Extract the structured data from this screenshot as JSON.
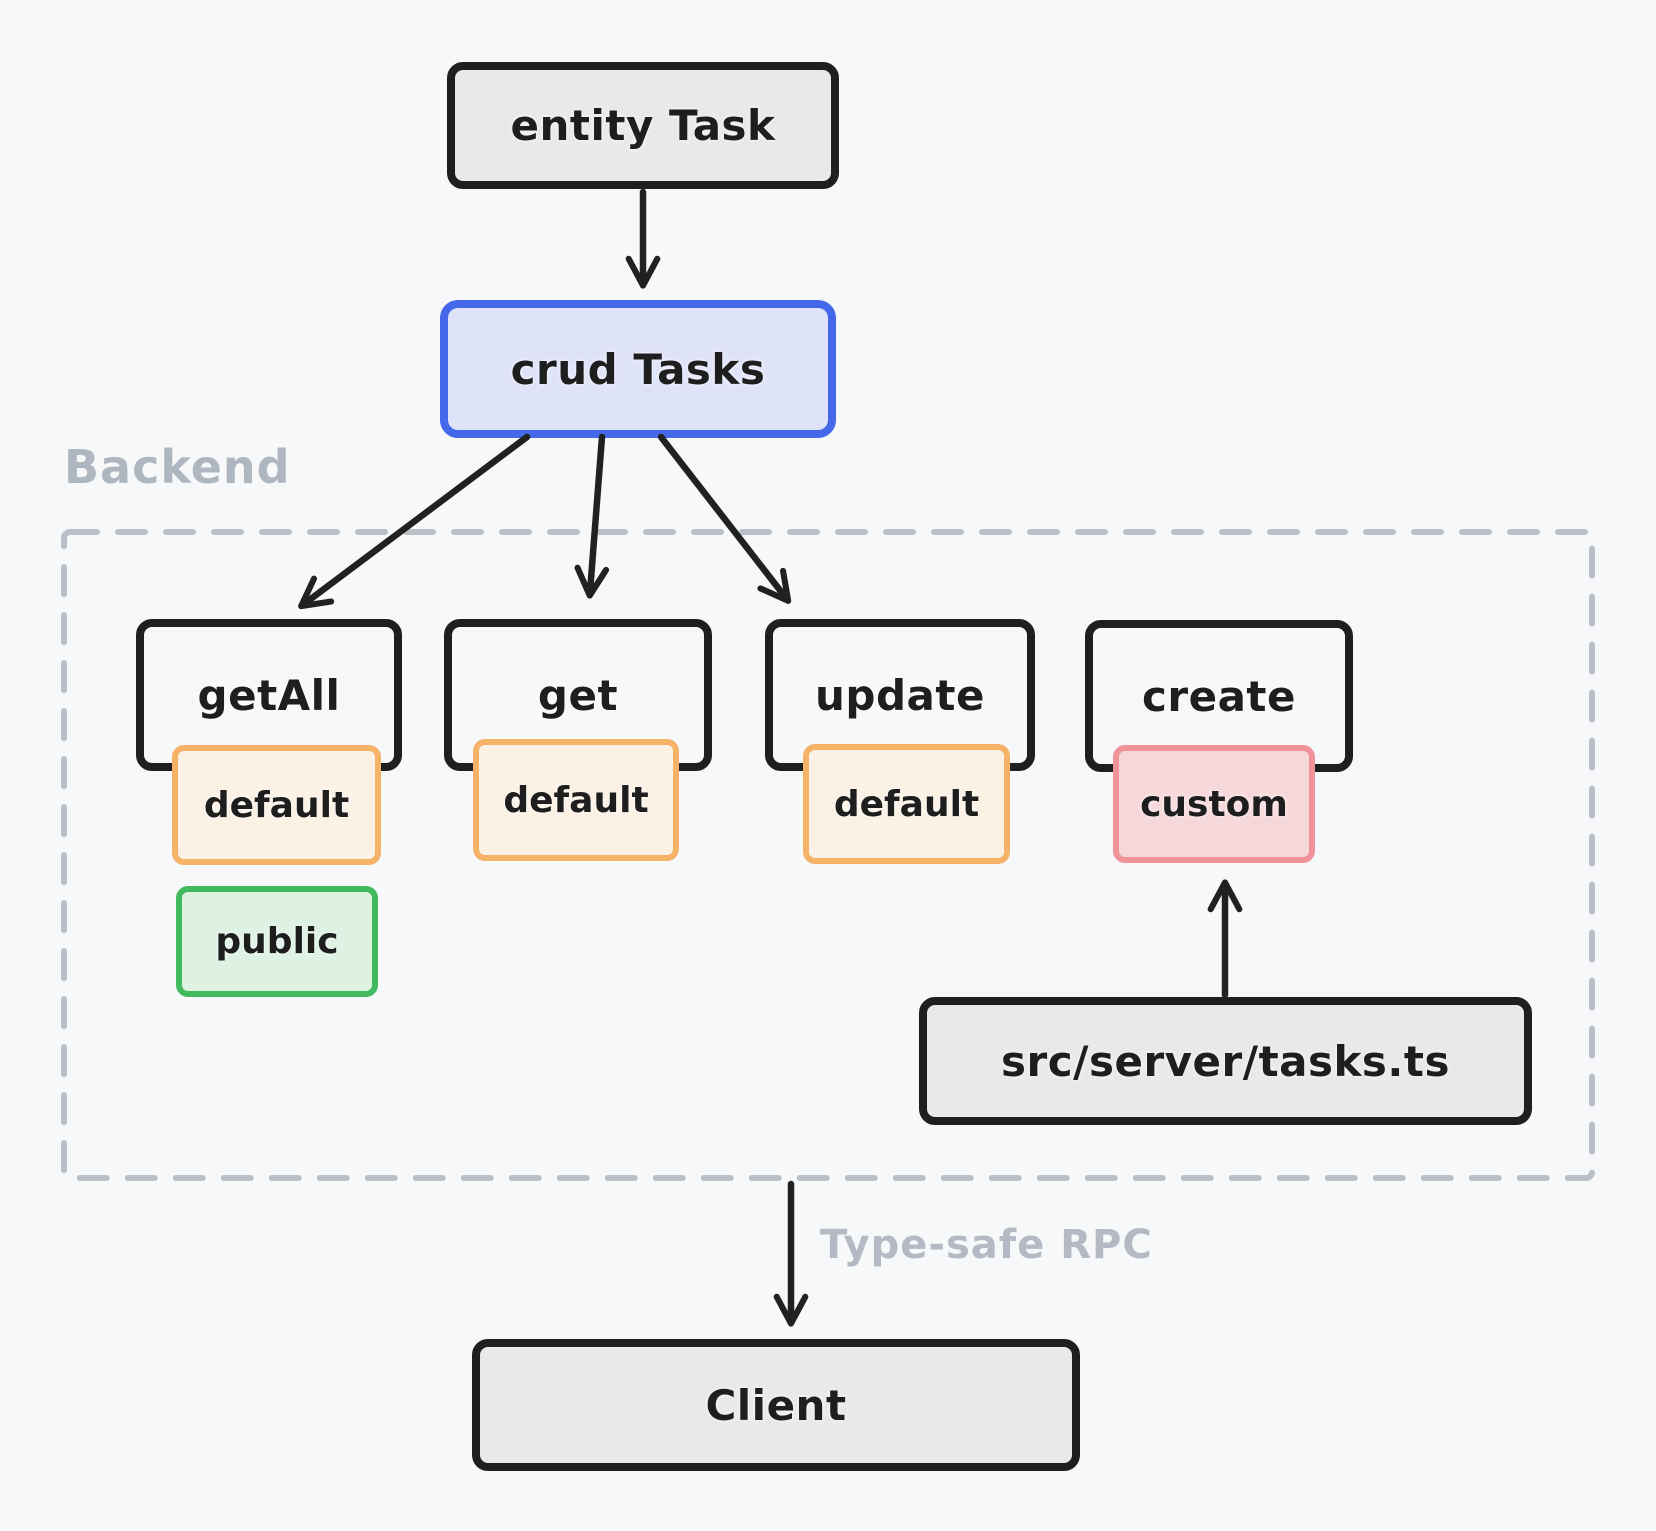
{
  "diagram": {
    "background": "#f7f8fa",
    "region_label": "Backend",
    "rpc_label": "Type-safe RPC",
    "nodes": {
      "entity": {
        "label": "entity Task"
      },
      "crud": {
        "label": "crud Tasks"
      },
      "getall": {
        "label": "getAll"
      },
      "get": {
        "label": "get"
      },
      "update": {
        "label": "update"
      },
      "create": {
        "label": "create"
      },
      "tasks_file": {
        "label": "src/server/tasks.ts"
      },
      "client": {
        "label": "Client"
      }
    },
    "badges": {
      "getall_default": "default",
      "get_default": "default",
      "update_default": "default",
      "create_custom": "custom",
      "getall_public": "public"
    },
    "edges": [
      {
        "from": "entity Task",
        "to": "crud Tasks"
      },
      {
        "from": "crud Tasks",
        "to": "getAll"
      },
      {
        "from": "crud Tasks",
        "to": "get"
      },
      {
        "from": "crud Tasks",
        "to": "update"
      },
      {
        "from": "src/server/tasks.ts",
        "to": "custom"
      },
      {
        "from": "Backend",
        "to": "Client",
        "label": "Type-safe RPC"
      }
    ],
    "colors": {
      "ink": "#1e1e1e",
      "arrow": "#212121",
      "gray_node_fill": "#e9e9e9",
      "blue_border": "#4568ea",
      "blue_fill": "#dfe3f8",
      "orange_border": "#f6b267",
      "orange_fill": "#fbf1e4",
      "pink_border": "#f1939b",
      "pink_fill": "#f7d8da",
      "green_border": "#43b95e",
      "green_fill": "#ddf2e3",
      "muted_label": "#aeb6c0",
      "dashed_border": "#b9c0c8"
    }
  }
}
